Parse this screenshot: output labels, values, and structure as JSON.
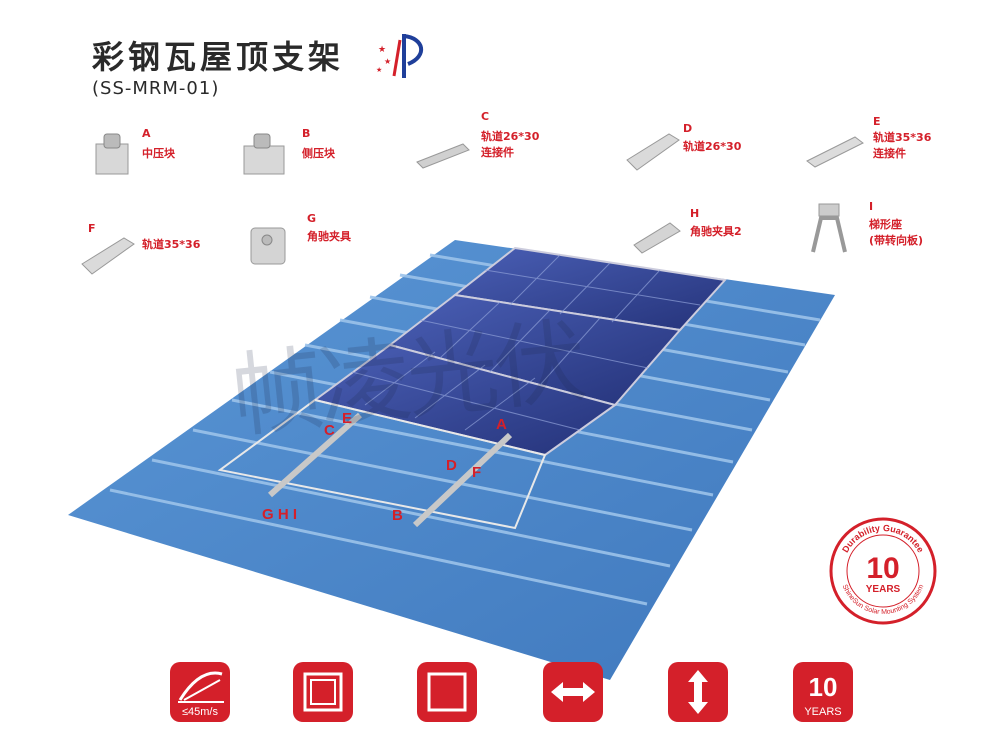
{
  "header": {
    "title": "彩钢瓦屋顶支架",
    "model": "(SS-MRM-01)"
  },
  "parts": [
    {
      "code": "A",
      "name": "中压块"
    },
    {
      "code": "B",
      "name": "侧压块"
    },
    {
      "code": "C",
      "name": "轨道26*30",
      "name2": "连接件"
    },
    {
      "code": "D",
      "name": "轨道26*30"
    },
    {
      "code": "E",
      "name": "轨道35*36",
      "name2": "连接件"
    },
    {
      "code": "F",
      "name": "轨道35*36"
    },
    {
      "code": "G",
      "name": "角驰夹具"
    },
    {
      "code": "H",
      "name": "角驰夹具2"
    },
    {
      "code": "I",
      "name": "梯形座",
      "name2": "(带转向板)"
    }
  ],
  "diagram_labels": {
    "A": "A",
    "B": "B",
    "C": "C",
    "D": "D",
    "E": "E",
    "F": "F",
    "GHI": "G H I"
  },
  "watermark": "帧凌光伏",
  "badge": {
    "top_text": "Durability Guarantee",
    "number": "10",
    "unit": "YEARS",
    "bottom_text": "ShineSun Solar Mounting System"
  },
  "features": [
    {
      "icon": "wind-load-icon",
      "label": "≤45m/s"
    },
    {
      "icon": "frame-square-icon",
      "label": ""
    },
    {
      "icon": "square-outline-icon",
      "label": ""
    },
    {
      "icon": "horizontal-arrow-icon",
      "label": ""
    },
    {
      "icon": "vertical-arrow-icon",
      "label": ""
    },
    {
      "icon": "ten-years-icon",
      "number": "10",
      "label": "YEARS"
    }
  ],
  "colors": {
    "accent": "#d4202a",
    "roof": "#4a86c8",
    "panel": "#2e3f8c"
  }
}
